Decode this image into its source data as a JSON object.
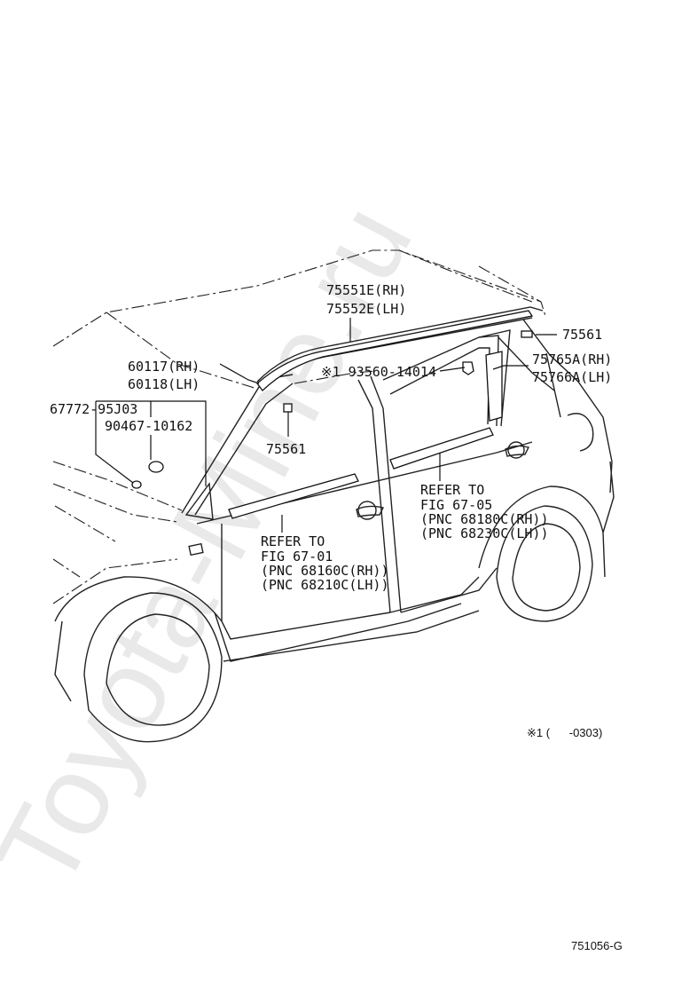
{
  "watermark": "Toyota-Mine.ru",
  "labels": {
    "p75551e": "75551E(RH)",
    "p75552e": "75552E(LH)",
    "p75561_top": "75561",
    "p75765a": "75765A(RH)",
    "p75766a": "75766A(LH)",
    "p93560": "※1 93560-14014",
    "p60117": "60117(RH)",
    "p60118": "60118(LH)",
    "p67772": "67772-95J03",
    "p90467": "90467-10162",
    "p75561_mid": "75561",
    "refer_front_1": "REFER TO",
    "refer_front_2": "FIG 67-01",
    "refer_front_3": "(PNC 68160C(RH))",
    "refer_front_4": "(PNC 68210C(LH))",
    "refer_rear_1": "REFER TO",
    "refer_rear_2": "FIG 67-05",
    "refer_rear_3": "(PNC 68180C(RH))",
    "refer_rear_4": "(PNC 68230C(LH))",
    "footnote": "※1 (      -0303)",
    "figure_id": "751056-G"
  }
}
